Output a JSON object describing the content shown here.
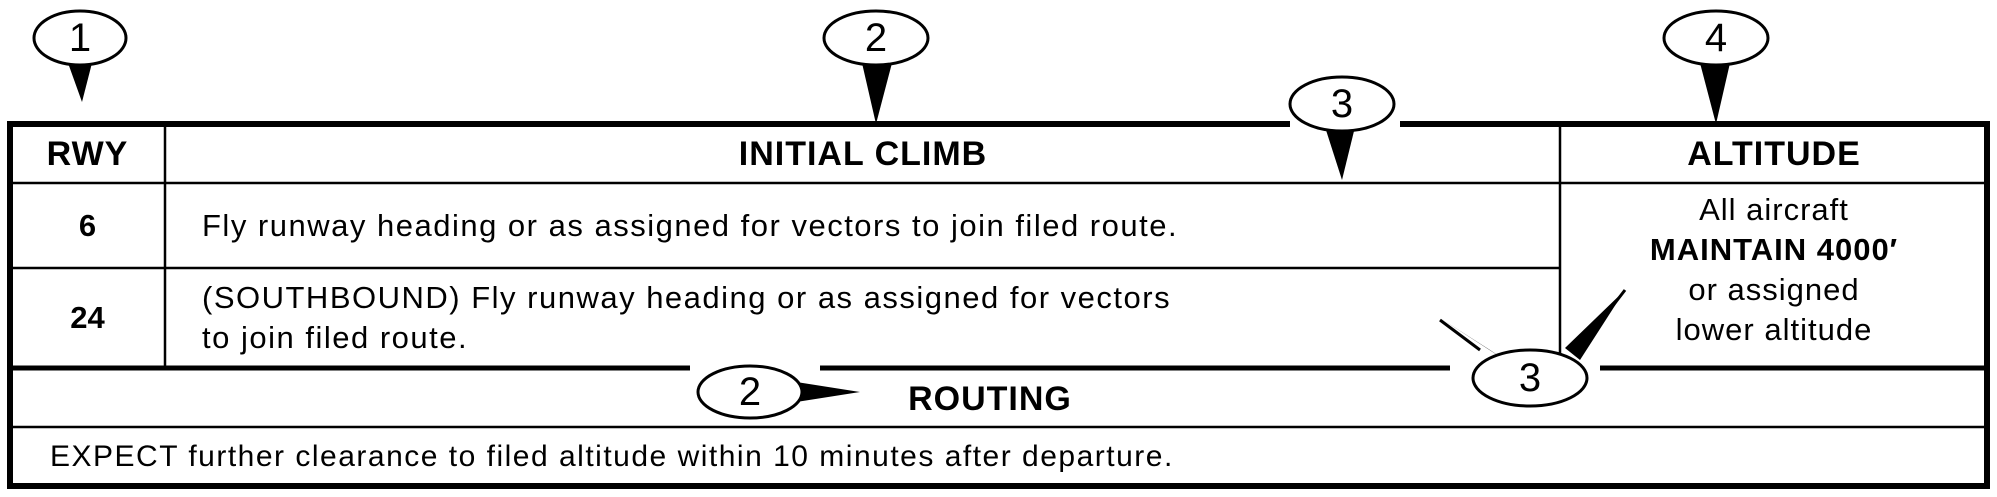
{
  "table": {
    "headers": {
      "rwy": "RWY",
      "initial_climb": "INITIAL CLIMB",
      "altitude": "ALTITUDE",
      "routing": "ROUTING"
    },
    "rows": [
      {
        "runway": "6",
        "instruction": "Fly runway heading or as assigned for vectors to join filed route."
      },
      {
        "runway": "24",
        "instruction_line1": "(SOUTHBOUND) Fly runway heading or as assigned for vectors",
        "instruction_line2": "to join filed route."
      }
    ],
    "altitude_text": {
      "line1": "All aircraft",
      "line2": "MAINTAIN 4000′",
      "line3": "or assigned",
      "line4": "lower altitude"
    },
    "routing_text": "EXPECT further clearance to filed altitude within 10 minutes after departure."
  },
  "callouts": [
    "1",
    "2",
    "3",
    "4",
    "2",
    "3"
  ]
}
